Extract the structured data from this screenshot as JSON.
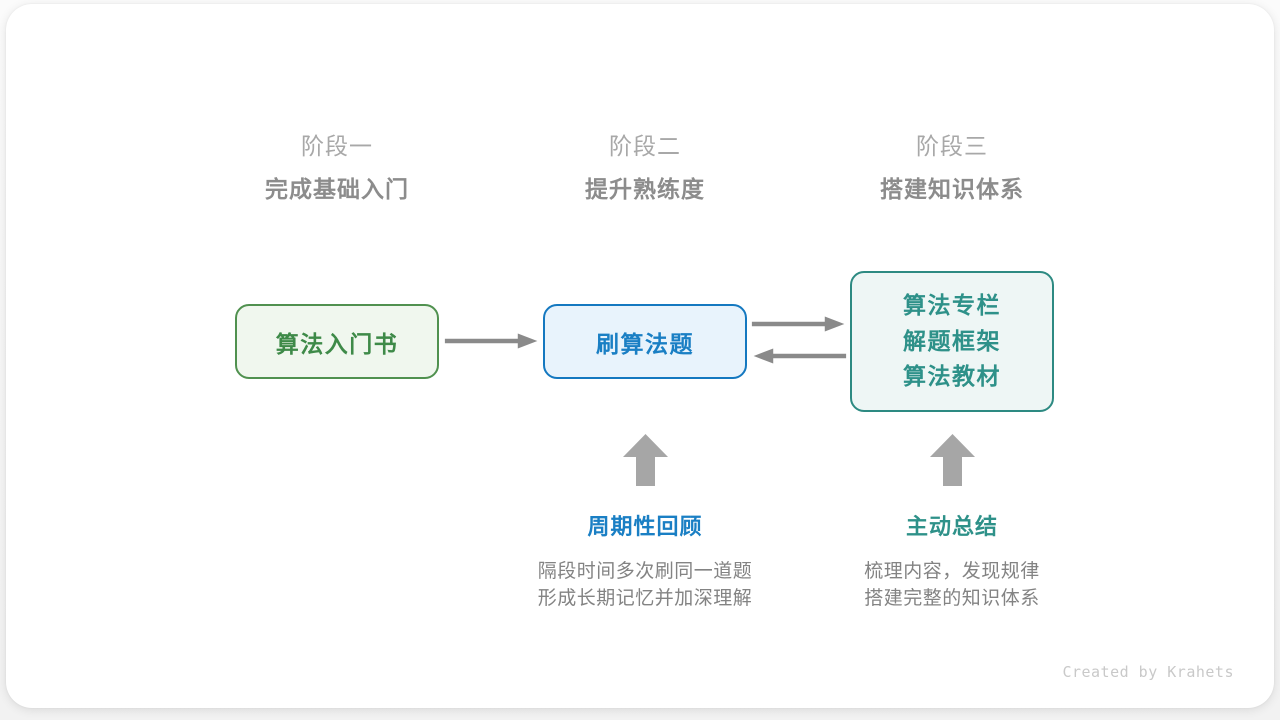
{
  "footer": {
    "credit": "Created by Krahets"
  },
  "stages": [
    {
      "num": "阶段一",
      "title": "完成基础入门"
    },
    {
      "num": "阶段二",
      "title": "提升熟练度"
    },
    {
      "num": "阶段三",
      "title": "搭建知识体系"
    }
  ],
  "nodes": {
    "intro": {
      "label": "算法入门书",
      "color": "#3e8a48",
      "border": "#50914f",
      "fill": "#f0f7ee"
    },
    "practice": {
      "label": "刷算法题",
      "color": "#1a7fc4",
      "border": "#1478c0",
      "fill": "#e8f3fc"
    },
    "knowledge": {
      "lines": [
        "算法专栏",
        "解题框架",
        "算法教材"
      ],
      "color": "#2e9189",
      "border": "#2d8a82",
      "fill": "#eef6f5"
    }
  },
  "arrows": {
    "color": "#8a8a8a",
    "intro_to_practice": "arrow-right",
    "practice_to_knowledge": "arrow-right",
    "knowledge_to_practice": "arrow-left",
    "review_up": "arrow-up",
    "summary_up": "arrow-up"
  },
  "annotations": [
    {
      "title": "周期性回顾",
      "color": "#1a7fc4",
      "desc_lines": [
        "隔段时间多次刷同一道题",
        "形成长期记忆并加深理解"
      ]
    },
    {
      "title": "主动总结",
      "color": "#2e9189",
      "desc_lines": [
        "梳理内容，发现规律",
        "搭建完整的知识体系"
      ]
    }
  ]
}
